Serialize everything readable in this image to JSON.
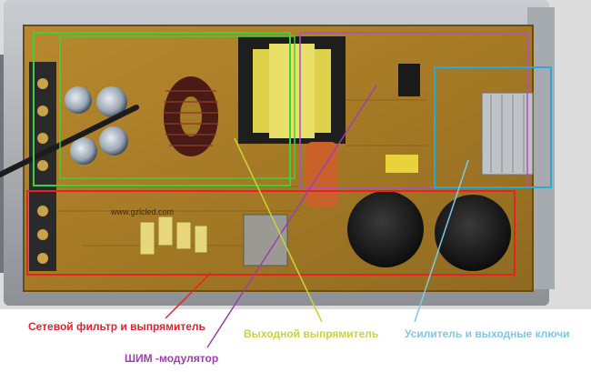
{
  "photo": {
    "subject": "open power supply board",
    "pcb_marking": "www.gzlcled.com"
  },
  "annotations": [
    {
      "id": "mains",
      "label": "Сетевой фильтр и выпрямитель",
      "color": "#e8202a"
    },
    {
      "id": "pwm",
      "label": "ШИМ -модулятор",
      "color": "#9b3fae"
    },
    {
      "id": "out",
      "label": "Выходной выпрямитель",
      "color": "#c8d43a"
    },
    {
      "id": "amp",
      "label": "Усилитель и выходные ключи",
      "color": "#7ec8e8"
    }
  ],
  "frame_colors": {
    "green": "#3ecf3e",
    "red": "#e8202a",
    "purple": "#b04fc8",
    "cyan": "#2aa8d8"
  }
}
